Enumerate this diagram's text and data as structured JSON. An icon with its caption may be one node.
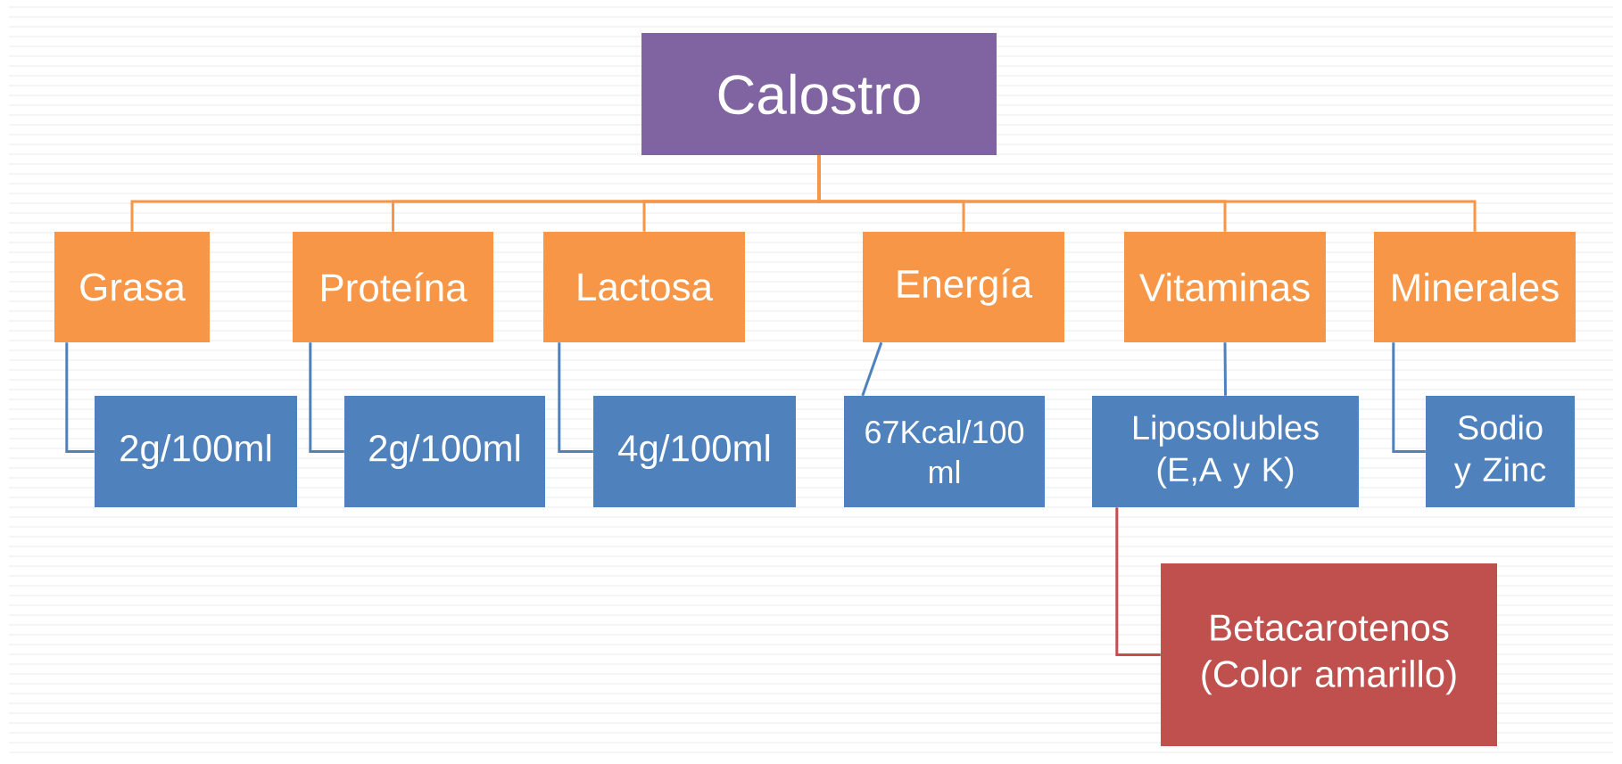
{
  "diagram": {
    "nodes": [
      {
        "text": [
          "Calostro"
        ]
      },
      {
        "text": [
          "Grasa"
        ]
      },
      {
        "text": [
          "Proteína"
        ]
      },
      {
        "text": [
          "Lactosa"
        ]
      },
      {
        "text": [
          "Energía"
        ]
      },
      {
        "text": [
          "Vitaminas"
        ]
      },
      {
        "text": [
          "Minerales"
        ]
      },
      {
        "text": [
          "2g/100ml"
        ]
      },
      {
        "text": [
          "2g/100ml"
        ]
      },
      {
        "text": [
          "4g/100ml"
        ]
      },
      {
        "text": [
          "67Kcal/100 ml"
        ]
      },
      {
        "text": [
          "Liposolubles (E,A y K)"
        ]
      },
      {
        "text": [
          "Sodio y Zinc"
        ]
      },
      {
        "text": [
          "Betacarotenos (Color amarillo)"
        ]
      }
    ],
    "edges": [
      {
        "from": 0,
        "to": 1,
        "arrow": "none",
        "color": "#f79646"
      },
      {
        "from": 0,
        "to": 2,
        "arrow": "none",
        "color": "#f79646"
      },
      {
        "from": 0,
        "to": 3,
        "arrow": "none",
        "color": "#f79646"
      },
      {
        "from": 0,
        "to": 4,
        "arrow": "none",
        "color": "#f79646"
      },
      {
        "from": 0,
        "to": 5,
        "arrow": "none",
        "color": "#f79646"
      },
      {
        "from": 0,
        "to": 6,
        "arrow": "none",
        "color": "#f79646"
      },
      {
        "from": 1,
        "to": 7,
        "arrow": "none",
        "color": "#4f81bd"
      },
      {
        "from": 2,
        "to": 8,
        "arrow": "none",
        "color": "#4f81bd"
      },
      {
        "from": 3,
        "to": 9,
        "arrow": "none",
        "color": "#4f81bd"
      },
      {
        "from": 4,
        "to": 10,
        "arrow": "none",
        "color": "#4f81bd"
      },
      {
        "from": 5,
        "to": 11,
        "arrow": "none",
        "color": "#4f81bd"
      },
      {
        "from": 6,
        "to": 12,
        "arrow": "none",
        "color": "#4f81bd"
      },
      {
        "from": 11,
        "to": 13,
        "arrow": "none",
        "color": "#c0504d"
      }
    ]
  }
}
